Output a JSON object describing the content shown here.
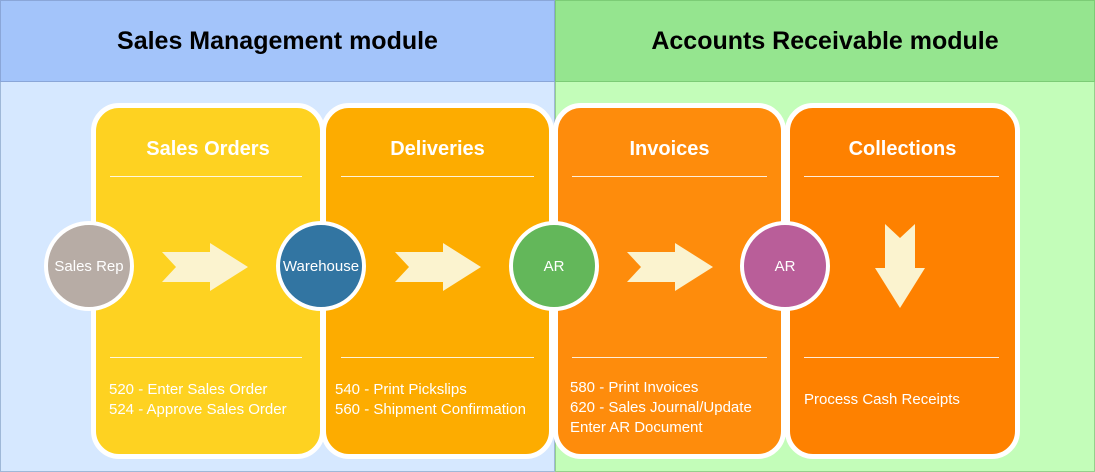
{
  "modules": {
    "sales": {
      "title": "Sales Management module"
    },
    "ar": {
      "title": "Accounts Receivable module"
    }
  },
  "stages": [
    {
      "title": "Sales Orders",
      "steps": [
        "520 - Enter Sales Order",
        "524 - Approve Sales Order"
      ]
    },
    {
      "title": "Deliveries",
      "steps": [
        "540 - Print Pickslips",
        "560 - Shipment Confirmation"
      ]
    },
    {
      "title": "Invoices",
      "steps": [
        "580 - Print Invoices",
        "620 - Sales Journal/Update",
        "Enter AR Document"
      ]
    },
    {
      "title": "Collections",
      "steps": [
        "Process Cash Receipts"
      ]
    }
  ],
  "roles": [
    {
      "label": "Sales Rep",
      "color": "#b7aca5"
    },
    {
      "label": "Warehouse",
      "color": "#3275a2"
    },
    {
      "label": "AR",
      "color": "#63b75a"
    },
    {
      "label": "AR",
      "color": "#b95e99"
    }
  ],
  "colors": {
    "sales_header": "#a3c4fa",
    "sales_body": "#d6e8ff",
    "ar_header": "#95e58f",
    "ar_body": "#c3fdb9",
    "card_sales_orders": "#fed221",
    "card_deliveries": "#fdac00",
    "card_invoices": "#fe8c0c",
    "card_collections": "#fe8100",
    "arrow_fill": "#fbf3cf"
  }
}
